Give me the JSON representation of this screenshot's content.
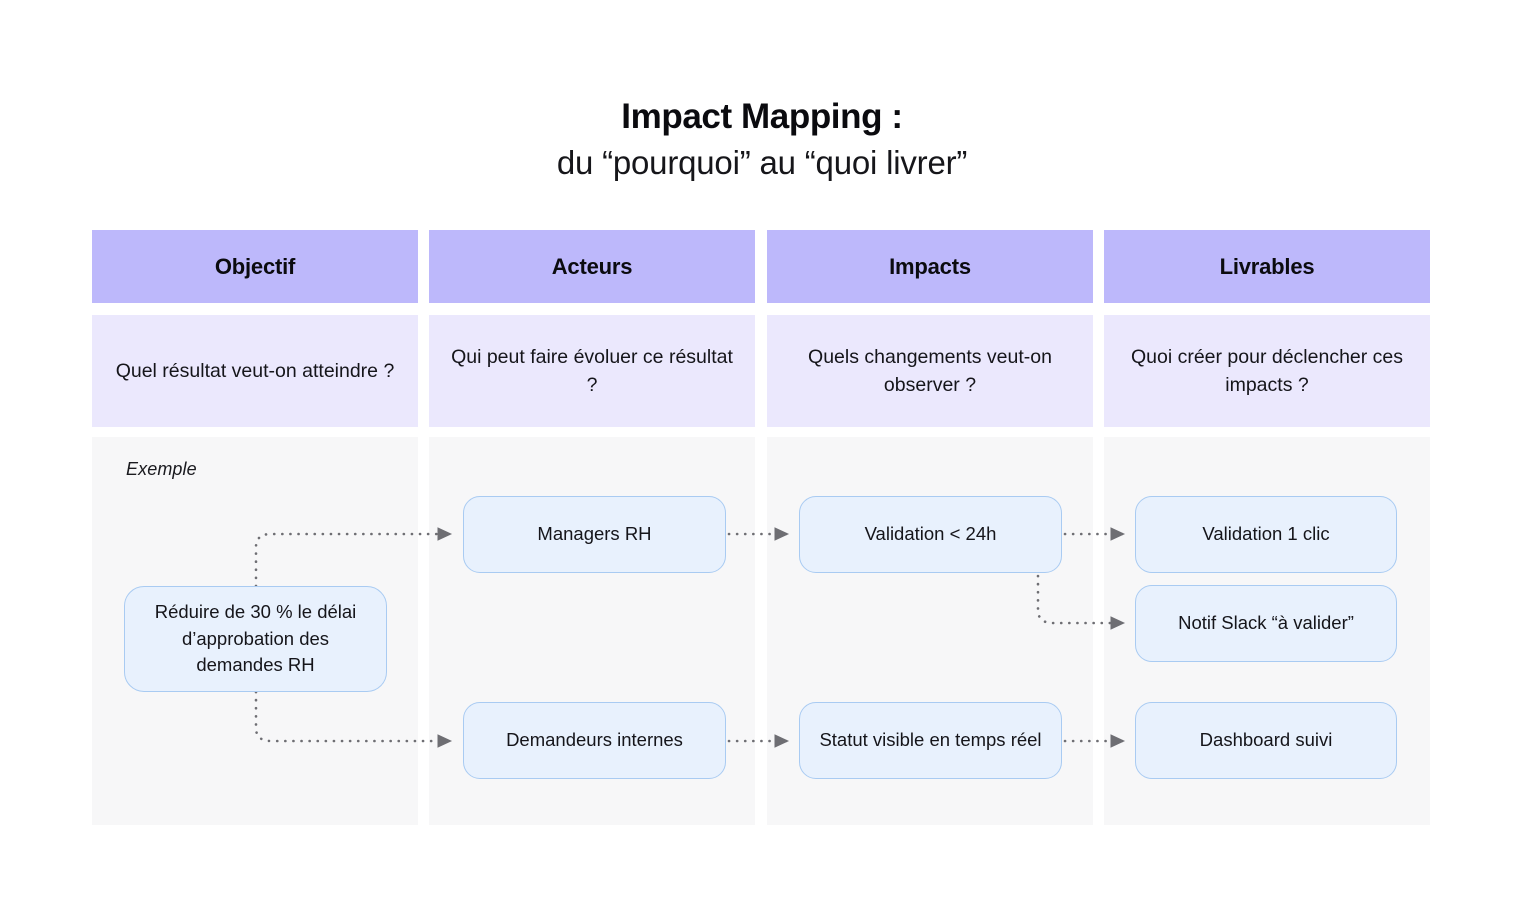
{
  "title": {
    "line1": "Impact Mapping :",
    "line2": "du “pourquoi” au “quoi livrer”"
  },
  "example_label": "Exemple",
  "colors": {
    "header_purple": "#bdb8fb",
    "question_lavender": "#ebe8fd",
    "body_gray": "#f7f7f8",
    "node_fill": "#e8f1fd",
    "node_border": "#a9cbf2",
    "connector": "#6e6e73",
    "page_background": "#ffffff",
    "text": "#15151a"
  },
  "columns": [
    {
      "id": "objectif",
      "header": "Objectif",
      "question": "Quel résultat veut-on atteindre ?",
      "nodes": [
        "Réduire de 30 % le délai d’approbation des demandes RH"
      ]
    },
    {
      "id": "acteurs",
      "header": "Acteurs",
      "question": "Qui peut faire évoluer ce résultat ?",
      "nodes": [
        "Managers RH",
        "Demandeurs internes"
      ]
    },
    {
      "id": "impacts",
      "header": "Impacts",
      "question": "Quels changements veut-on observer ?",
      "nodes": [
        "Validation < 24h",
        "Statut visible en temps réel"
      ]
    },
    {
      "id": "livrables",
      "header": "Livrables",
      "question": "Quoi créer pour déclencher ces impacts ?",
      "nodes": [
        "Validation 1 clic",
        "Notif Slack “à valider”",
        "Dashboard suivi"
      ]
    }
  ],
  "connections": [
    {
      "from": "Réduire de 30 % le délai d’approbation des demandes RH",
      "to": "Managers RH"
    },
    {
      "from": "Réduire de 30 % le délai d’approbation des demandes RH",
      "to": "Demandeurs internes"
    },
    {
      "from": "Managers RH",
      "to": "Validation < 24h"
    },
    {
      "from": "Demandeurs internes",
      "to": "Statut visible en temps réel"
    },
    {
      "from": "Validation < 24h",
      "to": "Validation 1 clic"
    },
    {
      "from": "Validation < 24h",
      "to": "Notif Slack “à valider”"
    },
    {
      "from": "Statut visible en temps réel",
      "to": "Dashboard suivi"
    }
  ]
}
